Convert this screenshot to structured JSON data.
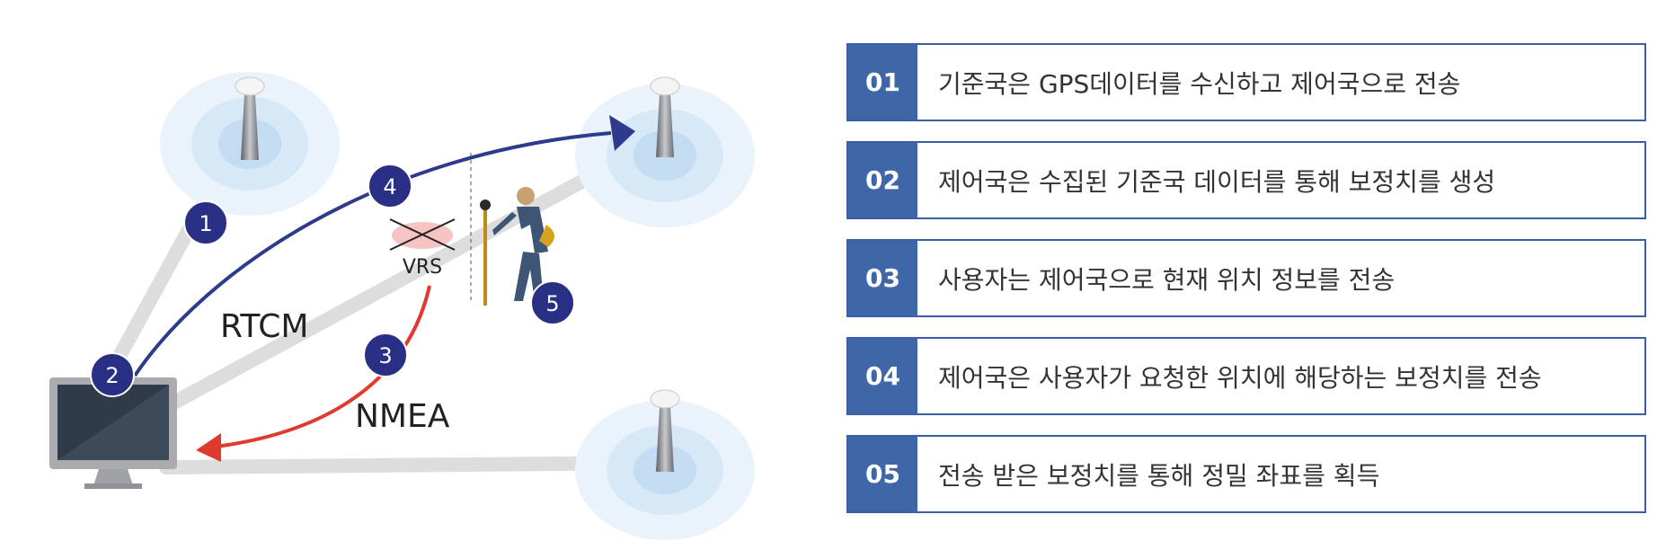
{
  "diagram": {
    "labels": {
      "rtcm": "RTCM",
      "nmea": "NMEA",
      "vrs": "VRS"
    },
    "markers": [
      "1",
      "2",
      "3",
      "4",
      "5"
    ],
    "colors": {
      "arrow_blue": "#2e3a8c",
      "arrow_red": "#e03a2f",
      "marker_fill": "#2a2f86",
      "link_gray": "#dcdcdc"
    }
  },
  "steps": [
    {
      "num": "01",
      "text": "기준국은 GPS데이터를 수신하고 제어국으로 전송"
    },
    {
      "num": "02",
      "text": "제어국은 수집된 기준국 데이터를 통해 보정치를 생성"
    },
    {
      "num": "03",
      "text": "사용자는 제어국으로 현재 위치 정보를 전송"
    },
    {
      "num": "04",
      "text": "제어국은 사용자가 요청한 위치에 해당하는 보정치를 전송"
    },
    {
      "num": "05",
      "text": "전송 받은 보정치를 통해 정밀 좌표를 획득"
    }
  ],
  "colors": {
    "step_accent": "#3f67a8"
  }
}
